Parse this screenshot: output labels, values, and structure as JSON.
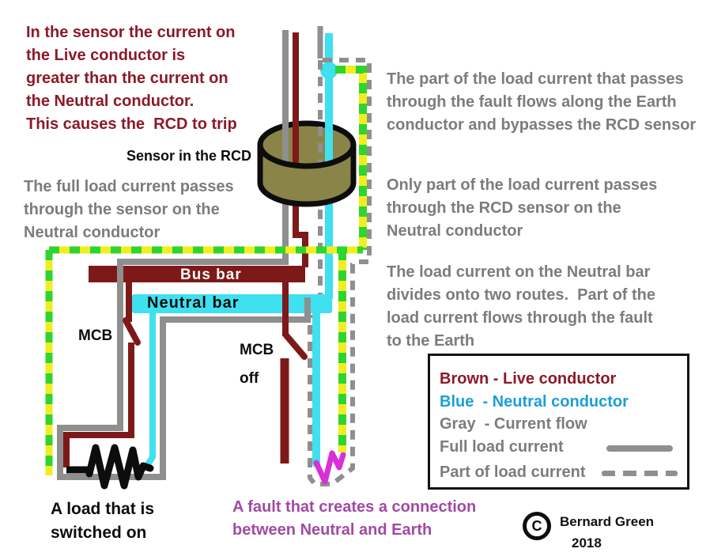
{
  "colors": {
    "live": "#7e1919",
    "live_text": "#8b1a28",
    "neutral": "#3fe0f0",
    "neutral_text": "#1b9fd8",
    "gray": "#8f8f8f",
    "gray_text": "#7c7c7c",
    "earth_yellow": "#f0ee20",
    "earth_green": "#2fd42f",
    "fault": "#da2ed8",
    "fault_text": "#a14aa5",
    "sensor_fill": "#8a8449"
  },
  "annotations": {
    "top_left": "In the sensor the current on\nthe Live conductor is\ngreater than the current on\nthe Neutral conductor.\nThis causes the  RCD to trip",
    "sensor_label": "Sensor in the RCD",
    "left_mid": "The full load current passes\nthrough the sensor on the\nNeutral conductor",
    "right_top": "The part of the load current that passes\nthrough the fault flows along the Earth\nconductor and bypasses the RCD sensor",
    "right_mid": "Only part of the load current passes\nthrough the RCD sensor on the\nNeutral conductor",
    "right_lower": "The load current on the Neutral bar\ndivides onto two routes.  Part of the\nload current flows through the fault\nto the Earth",
    "mcb_left": "MCB",
    "mcb_right": "MCB\noff",
    "bus_bar": "Bus bar",
    "neutral_bar": "Neutral bar",
    "load_caption": "A load that is\nswitched on",
    "fault_caption": "A fault that creates a connection\nbetween Neutral and Earth"
  },
  "legend": {
    "items": [
      {
        "label": "Brown - Live conductor",
        "color": "live_text"
      },
      {
        "label": "Blue  - Neutral conductor",
        "color": "neutral_text"
      },
      {
        "label": "Gray  - Current flow",
        "color": "gray_text"
      },
      {
        "label": "Full load current",
        "color": "gray_text",
        "sample": "solid-line"
      },
      {
        "label": "Part of load current",
        "color": "gray_text",
        "sample": "dashed-line"
      }
    ]
  },
  "copyright": {
    "symbol": "C",
    "name": "Bernard Green",
    "year": "2018"
  }
}
